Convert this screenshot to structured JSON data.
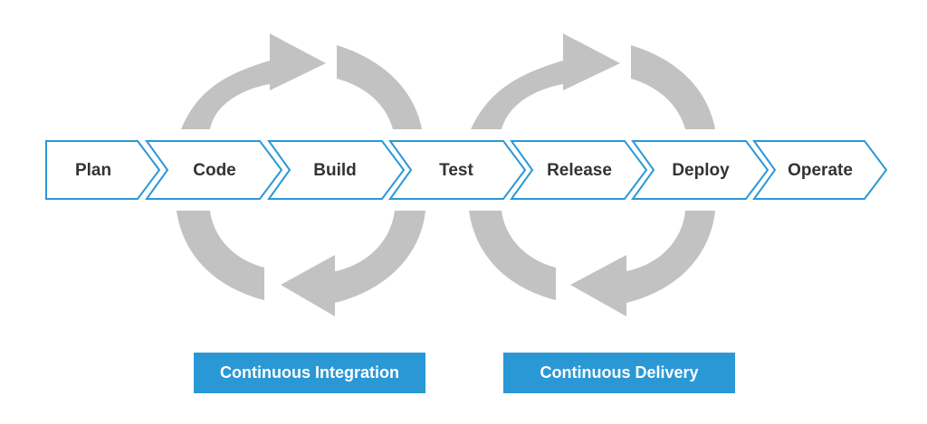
{
  "stages": [
    {
      "label": "Plan"
    },
    {
      "label": "Code"
    },
    {
      "label": "Build"
    },
    {
      "label": "Test"
    },
    {
      "label": "Release"
    },
    {
      "label": "Deploy"
    },
    {
      "label": "Operate"
    }
  ],
  "phases": {
    "integration": "Continuous Integration",
    "delivery": "Continuous Delivery"
  },
  "colors": {
    "accent": "#2b98d6",
    "arrow": "#c2c2c2",
    "text": "#333333"
  }
}
